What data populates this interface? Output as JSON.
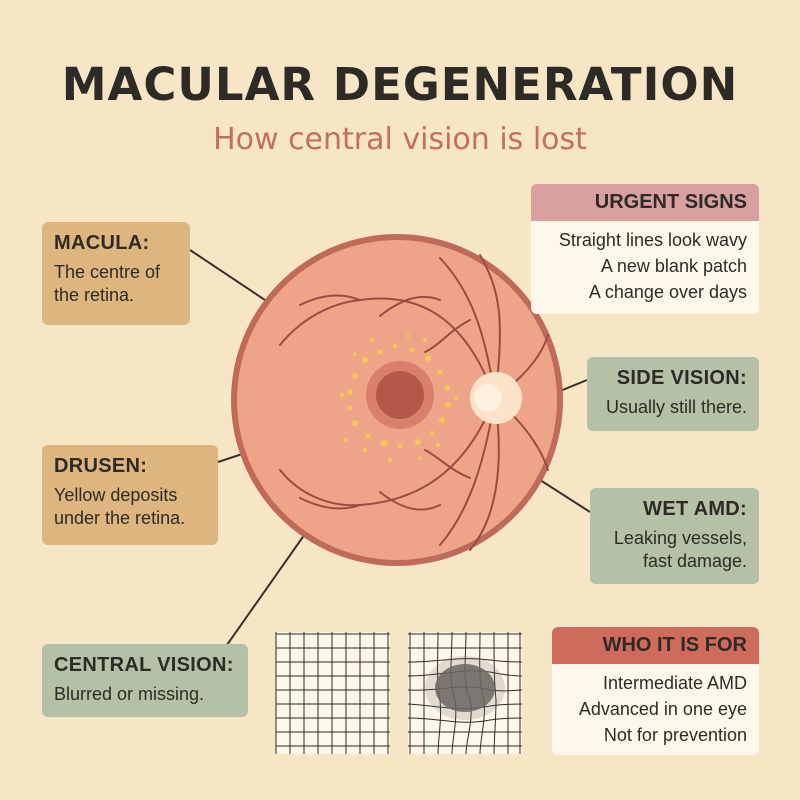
{
  "title": "MACULAR DEGENERATION",
  "subtitle": "How central vision is lost",
  "labels": {
    "macula": {
      "heading": "MACULA:",
      "lines": [
        "The centre of",
        "the retina."
      ]
    },
    "drusen": {
      "heading": "DRUSEN:",
      "lines": [
        "Yellow deposits",
        "under the retina."
      ]
    },
    "central_vision": {
      "heading": "CENTRAL VISION:",
      "lines": [
        "Blurred or missing."
      ]
    },
    "side_vision": {
      "heading": "SIDE VISION:",
      "lines": [
        "Usually still there."
      ]
    },
    "wet_amd": {
      "heading": "WET AMD:",
      "lines": [
        "Leaking vessels,",
        "fast damage."
      ]
    }
  },
  "urgent_signs": {
    "heading": "URGENT SIGNS",
    "items": [
      "Straight lines look wavy",
      "A new blank patch",
      "A change over days"
    ]
  },
  "who_it_is_for": {
    "heading": "WHO IT IS FOR",
    "items": [
      "Intermediate AMD",
      "Advanced in one eye",
      "Not for prevention"
    ]
  },
  "colors": {
    "background": "#f7e6c6",
    "retina": "#eea488",
    "retina_rim": "#c06a5a",
    "macula": "#b4584a",
    "drusen": "#f3c94d",
    "vessels": "#9c4b42",
    "tan_label": "#ddb67f",
    "green_label": "#b4c1a6",
    "urgent_header": "#d9a0a0",
    "who_header": "#cf6b5c"
  }
}
